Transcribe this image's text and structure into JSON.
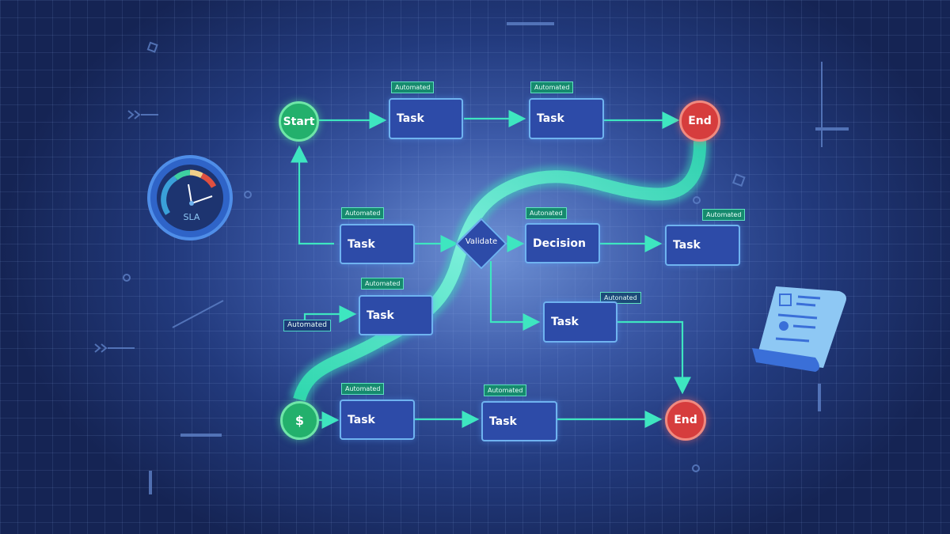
{
  "nodes": {
    "start": "Start",
    "end_top": "End",
    "end_bottom": "End",
    "dollar": "$",
    "validate": "Validate",
    "decision": "Decision",
    "task": "Task"
  },
  "tags": {
    "automated": "Automated",
    "autonated": "Autonated"
  },
  "gauge": {
    "label": "SLA"
  },
  "colors": {
    "accent": "#3ee6c0",
    "start": "#23b06c",
    "end": "#d63d3d",
    "task": "#2d4ba8"
  }
}
